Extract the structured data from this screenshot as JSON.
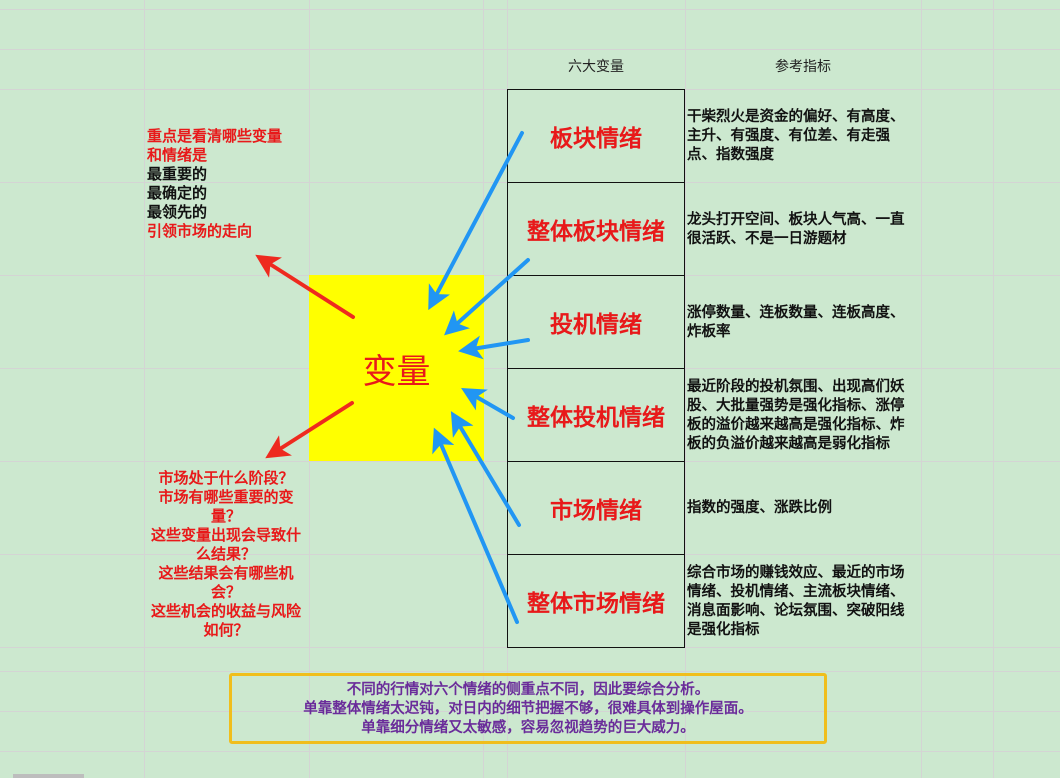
{
  "headers": {
    "variables": "六大变量",
    "indicators": "参考指标"
  },
  "center": {
    "label": "变量",
    "color": "#ffff00"
  },
  "rows": [
    {
      "variable": "板块情绪",
      "indicator": "干柴烈火是资金的偏好、有高度、主升、有强度、有位差、有走强点、指数强度"
    },
    {
      "variable": "整体板块情绪",
      "indicator": "龙头打开空间、板块人气高、一直很活跃、不是一日游题材"
    },
    {
      "variable": "投机情绪",
      "indicator": "涨停数量、连板数量、连板高度、炸板率"
    },
    {
      "variable": "整体投机情绪",
      "indicator": "最近阶段的投机氛围、出现高们妖股、大批量强势是强化指标、涨停板的溢价越来越高是强化指标、炸板的负溢价越来越高是弱化指标"
    },
    {
      "variable": "市场情绪",
      "indicator": "指数的强度、涨跌比例"
    },
    {
      "variable": "整体市场情绪",
      "indicator": "综合市场的赚钱效应、最近的市场情绪、投机情绪、主流板块情绪、消息面影响、论坛氛围、突破阳线是强化指标"
    }
  ],
  "note_top": {
    "line1": "重点是看清哪些变量",
    "line2": "和情绪是",
    "line3": "最重要的",
    "line4": "最确定的",
    "line5": "最领先的",
    "line6": "引领市场的走向"
  },
  "note_bottom": {
    "lines": [
      "市场处于什么阶段？",
      "市场有哪些重要的变量？",
      "这些变量出现会导致什么结果？",
      "这些结果会有哪些机会？",
      "这些机会的收益与风险如何？"
    ]
  },
  "summary": {
    "line1": "不同的行情对六个情绪的侧重点不同，因此要综合分析。",
    "line2": "单靠整体情绪太迟钝，对日内的细节把握不够，很难具体到操作屋面。",
    "line3": "单靠细分情绪又太敏感，容易忽视趋势的巨大威力。"
  },
  "colors": {
    "background": "#cce8cf",
    "variable_text": "#e8191a",
    "blue_arrow": "#2196f3",
    "red_arrow": "#ee2a1f",
    "summary_border": "#f0be1c",
    "summary_text": "#6a2c9a"
  }
}
